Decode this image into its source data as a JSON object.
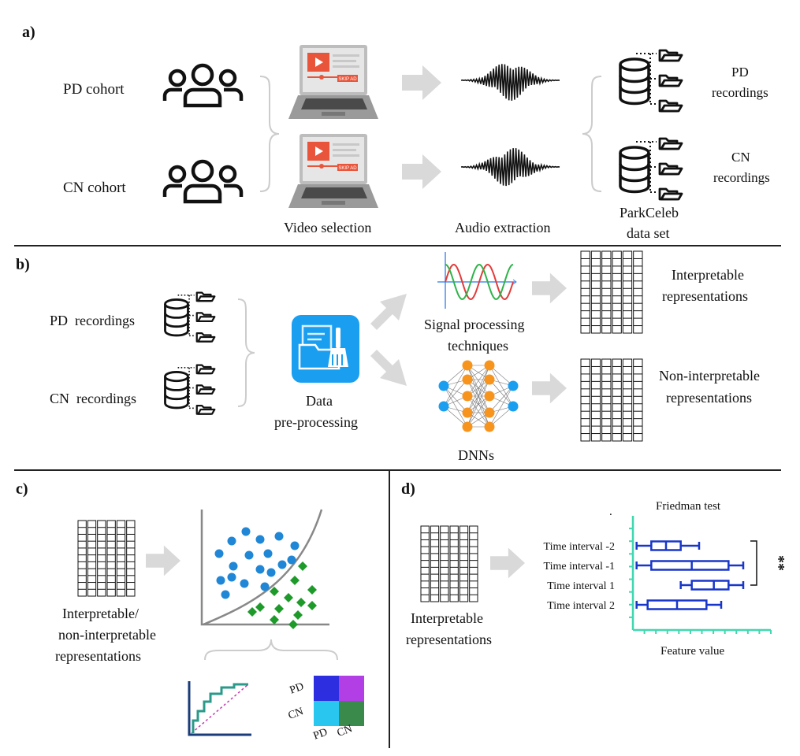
{
  "panels": {
    "a": {
      "tag": "a)",
      "cohorts": [
        "PD cohort",
        "CN cohort"
      ],
      "video_label": "Video selection",
      "audio_label": "Audio extraction",
      "skip_ad": "SKIP AD",
      "outputs": [
        {
          "line1": "PD",
          "line2": "recordings"
        },
        {
          "line1": "CN",
          "line2": "recordings"
        }
      ],
      "dataset_line1": "ParkCeleb",
      "dataset_line2": "data set"
    },
    "b": {
      "tag": "b)",
      "inputs": [
        "PD  recordings",
        "CN  recordings"
      ],
      "preproc_line1": "Data",
      "preproc_line2": "pre-processing",
      "signal_line1": "Signal processing",
      "signal_line2": "techniques",
      "dnn_label": "DNNs",
      "interp_line1": "Interpretable",
      "interp_line2": "representations",
      "noninterp_line1": "Non-interpretable",
      "noninterp_line2": "representations"
    },
    "c": {
      "tag": "c)",
      "input_line1": "Interpretable/",
      "input_line2": "non-interpretable",
      "input_line3": "representations",
      "cm_rows": [
        "PD",
        "CN"
      ],
      "cm_cols": [
        "PD",
        "CN"
      ],
      "cm_colors": [
        "#2d2ee0",
        "#b23fe6",
        "#29c6ef",
        "#3a8a4c"
      ]
    },
    "d": {
      "tag": "d)",
      "input_line1": "Interpretable",
      "input_line2": "representations",
      "dot": ".",
      "significance": "**"
    }
  },
  "chart_data": {
    "type": "boxplot",
    "title": "Friedman test",
    "xlabel": "Feature value",
    "ylabel": "",
    "categories": [
      "Time interval -2",
      "Time interval -1",
      "Time interval 1",
      "Time interval 2"
    ],
    "boxes": [
      {
        "min": 0.2,
        "q1": 1.0,
        "median": 1.8,
        "q3": 2.6,
        "max": 3.6
      },
      {
        "min": 0.2,
        "q1": 1.0,
        "median": 3.2,
        "q3": 5.2,
        "max": 6.0
      },
      {
        "min": 2.6,
        "q1": 3.2,
        "median": 4.4,
        "q3": 5.2,
        "max": 6.0
      },
      {
        "min": 0.2,
        "q1": 0.8,
        "median": 2.4,
        "q3": 4.0,
        "max": 4.8
      }
    ],
    "xlim": [
      0,
      7.5
    ],
    "color": "#1836c9",
    "axis_color": "#3fd8b0"
  }
}
